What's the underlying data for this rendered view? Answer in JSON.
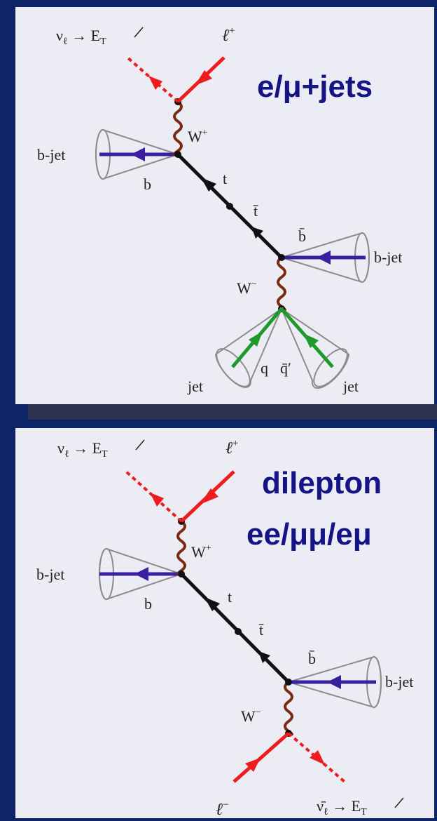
{
  "panels": [
    {
      "title_lines": [
        "e/μ+jets"
      ],
      "labels": {
        "neutrino": "ν",
        "neutrino_sub": "ℓ",
        "neutrino_arrow": " → E",
        "neutrino_T": "T",
        "lepton": "ℓ",
        "lepton_sup": "+",
        "w_plus": "W",
        "w_plus_sup": "+",
        "bjet_left": "b-jet",
        "b": "b",
        "t": "t",
        "tbar": "t̄",
        "bbar": "b̄",
        "bjet_right": "b-jet",
        "w_minus": "W",
        "w_minus_sup": "−",
        "q": "q",
        "qbarprime": "q̄′",
        "jet_left": "jet",
        "jet_right": "jet"
      }
    },
    {
      "title_lines": [
        "dilepton",
        "ee/μμ/eμ"
      ],
      "labels": {
        "neutrino": "ν",
        "neutrino_sub": "ℓ",
        "neutrino_arrow": " → E",
        "neutrino_T": "T",
        "lepton": "ℓ",
        "lepton_sup": "+",
        "w_plus": "W",
        "w_plus_sup": "+",
        "bjet_left": "b-jet",
        "b": "b",
        "t": "t",
        "tbar": "t̄",
        "bbar": "b̄",
        "bjet_right": "b-jet",
        "w_minus": "W",
        "w_minus_sup": "−",
        "lepton_minus": "ℓ",
        "lepton_minus_sup": "−",
        "antineutrino": "ν̄",
        "antineutrino_sub": "ℓ",
        "antineutrino_arrow": " → E",
        "antineutrino_T": "T"
      }
    }
  ],
  "colors": {
    "background": "#0e2469",
    "panel": "#ececf4",
    "title": "#141486",
    "lepton": "#ee1c1c",
    "quark_line": "#111111",
    "w_boson": "#7a2a10",
    "b_quark": "#3a1fa0",
    "light_quark": "#1f9a2a",
    "cone": "#8c8c8c"
  }
}
